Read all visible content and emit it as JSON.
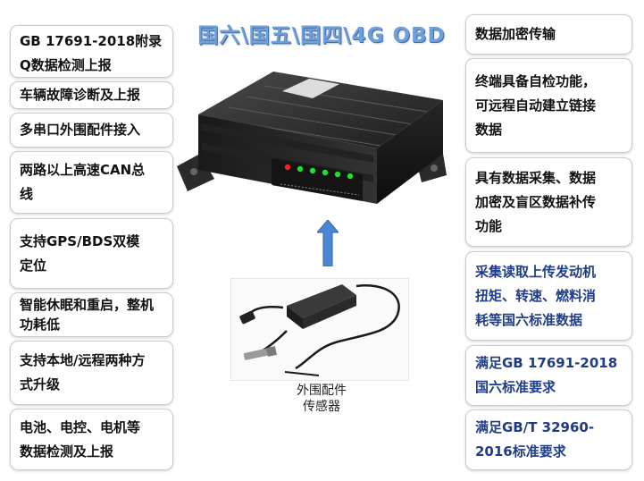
{
  "title": "国六\\国五\\国四\\4G OBD",
  "left_features": [
    {
      "line1": "GB 17691-2018附录",
      "line2": "Q数据检测上报"
    },
    {
      "line1": "车辆故障诊断及上报"
    },
    {
      "line1": "多串口外围配件接入"
    },
    {
      "line1": "两路以上高速CAN总",
      "line2": "线"
    },
    {
      "line1": " 支持GPS/BDS双模",
      "line2": "定位"
    },
    {
      "line1": "智能休眠和重启，整机",
      "line2": "功耗低"
    },
    {
      "line1": " 支持本地/远程两种方",
      "line2": "式升级"
    },
    {
      "line1": "电池、电控、电机等",
      "line2": "数据检测及上报"
    }
  ],
  "right_features": [
    {
      "lines": [
        "数据加密传输"
      ]
    },
    {
      "lines": [
        "终端具备自检功能，",
        "可远程自动建立链接",
        "数据"
      ]
    },
    {
      "lines": [
        " 具有数据采集、数据",
        "加密及盲区数据补传",
        "功能"
      ]
    },
    {
      "lines": [
        "采集读取上传发动机",
        "扭矩、转速、燃料消",
        "耗等国六标准数据"
      ]
    },
    {
      "lines": [
        "满足GB 17691-2018",
        "国六标准要求"
      ]
    },
    {
      "lines": [
        "满足GB/T 32960-",
        "2016标准要求"
      ]
    }
  ],
  "device": {
    "led_count": 6
  },
  "sensor_caption": {
    "line1": "外围配件",
    "line2": "传感器"
  },
  "colors": {
    "title": "#6f9fd8",
    "blue_text": "#1f3c88",
    "arrow": "#4a86d4",
    "led": "#22dd33",
    "device_body": "#1c1c1c"
  }
}
